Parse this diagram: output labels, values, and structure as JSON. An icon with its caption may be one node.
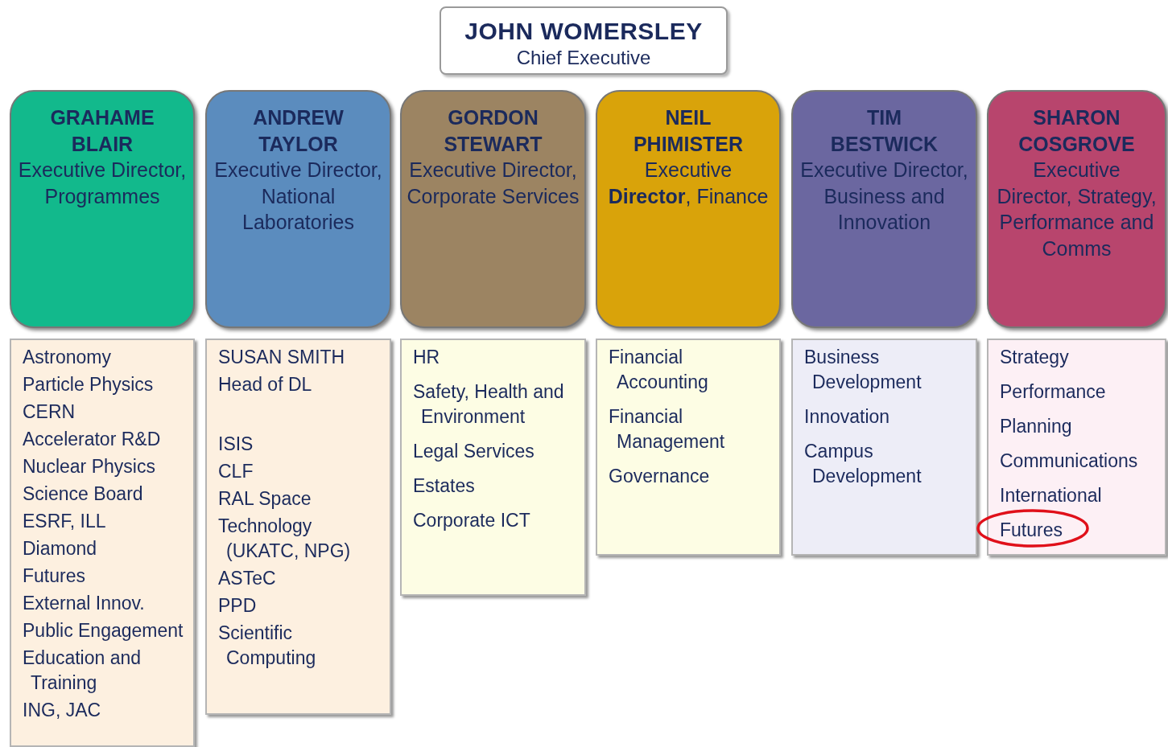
{
  "diagram": {
    "nodes": [
      {
        "text": [
          "JOHN WOMERSLEY",
          "Chief Executive"
        ]
      },
      {
        "text": [
          "GRAHAME BLAIR",
          "Executive Director, Programmes"
        ]
      },
      {
        "text": [
          "ANDREW TAYLOR",
          "Executive Director, National Laboratories"
        ]
      },
      {
        "text": [
          "GORDON STEWART",
          "Executive Director, Corporate Services"
        ]
      },
      {
        "text": [
          "NEIL PHIMISTER",
          "Executive **Director**, Finance"
        ]
      },
      {
        "text": [
          "TIM BESTWICK",
          "Executive Director, Business and Innovation"
        ]
      },
      {
        "text": [
          "SHARON COSGROVE",
          "Executive Director, Strategy, Performance and Comms"
        ]
      },
      {
        "text": [
          "Astronomy",
          "Particle Physics",
          "CERN",
          "Accelerator R&D",
          "Nuclear Physics",
          "Science Board",
          "ESRF, ILL",
          "Diamond",
          "Futures",
          "External Innov.",
          "Public Engagement",
          "Education and Training",
          "ING, JAC"
        ]
      },
      {
        "text": [
          "SUSAN SMITH",
          "Head of DL",
          "ISIS",
          "CLF",
          "RAL Space",
          "Technology (UKATC, NPG)",
          "ASTeC",
          "PPD",
          "Scientific Computing"
        ]
      },
      {
        "text": [
          "HR",
          "Safety, Health and Environment",
          "Legal Services",
          "Estates",
          "Corporate ICT"
        ]
      },
      {
        "text": [
          "Financial Accounting",
          "Financial Management",
          "Governance"
        ]
      },
      {
        "text": [
          "Business Development",
          "Innovation",
          "Campus Development"
        ]
      },
      {
        "text": [
          "Strategy",
          "Performance",
          "Planning",
          "Communications",
          "International",
          "Futures"
        ]
      }
    ]
  }
}
